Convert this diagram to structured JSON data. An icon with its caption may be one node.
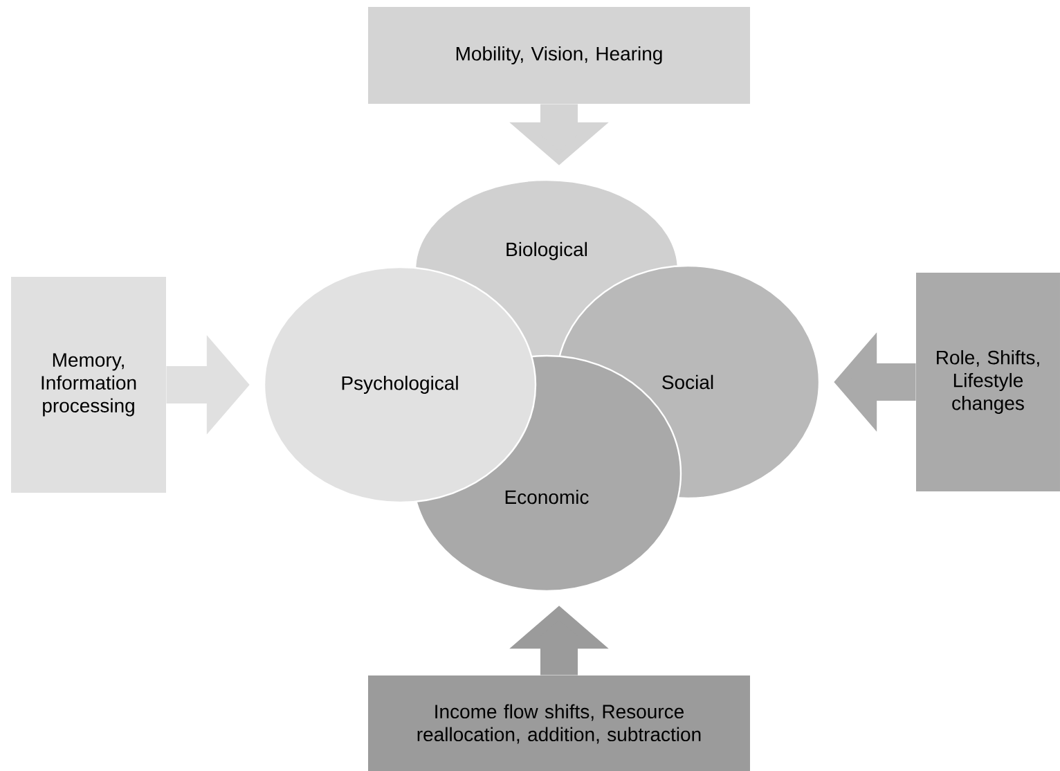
{
  "diagram": {
    "nodes": [
      {
        "text": [
          "Mobility, Vision, Hearing"
        ]
      },
      {
        "text": [
          "Biological"
        ]
      },
      {
        "text": [
          "Memory, Information processing"
        ]
      },
      {
        "text": [
          "Psychological"
        ]
      },
      {
        "text": [
          "Social"
        ]
      },
      {
        "text": [
          "Role, Shifts, Lifestyle changes"
        ]
      },
      {
        "text": [
          "Economic"
        ]
      },
      {
        "text": [
          "Income flow shifts, Resource reallocation, addition, subtraction"
        ]
      }
    ],
    "edges": [
      {
        "from": 0,
        "to": 1,
        "arrow": "to",
        "color": "#d4d4d4"
      },
      {
        "from": 2,
        "to": 3,
        "arrow": "to",
        "color": "#e0e0e0"
      },
      {
        "from": 5,
        "to": 4,
        "arrow": "to",
        "color": "#aaaaaa"
      },
      {
        "from": 7,
        "to": 6,
        "arrow": "to",
        "color": "#9b9b9b"
      }
    ]
  }
}
